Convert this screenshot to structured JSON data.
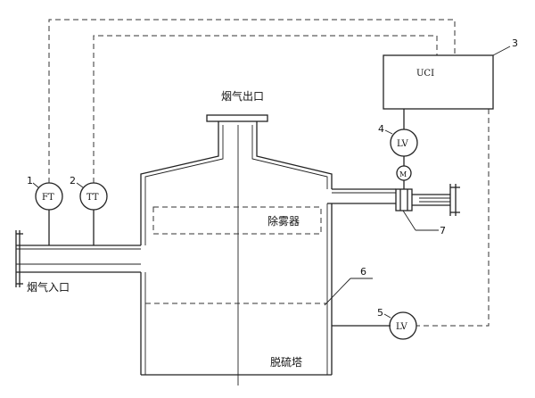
{
  "labels": {
    "flue_gas_outlet": "烟气出口",
    "flue_gas_inlet": "烟气入口",
    "demister": "除雾器",
    "desulfurization_tower": "脱硫塔",
    "controller": "UCI",
    "motor": "M"
  },
  "instruments": {
    "flow_transmitter": "FT",
    "temperature_transmitter": "TT",
    "level_valve_upper": "LV",
    "level_valve_lower": "LV"
  },
  "callouts": {
    "n1": "1",
    "n2": "2",
    "n3": "3",
    "n4": "4",
    "n5": "5",
    "n6": "6",
    "n7": "7"
  },
  "colors": {
    "line": "#222222",
    "background": "#ffffff"
  }
}
